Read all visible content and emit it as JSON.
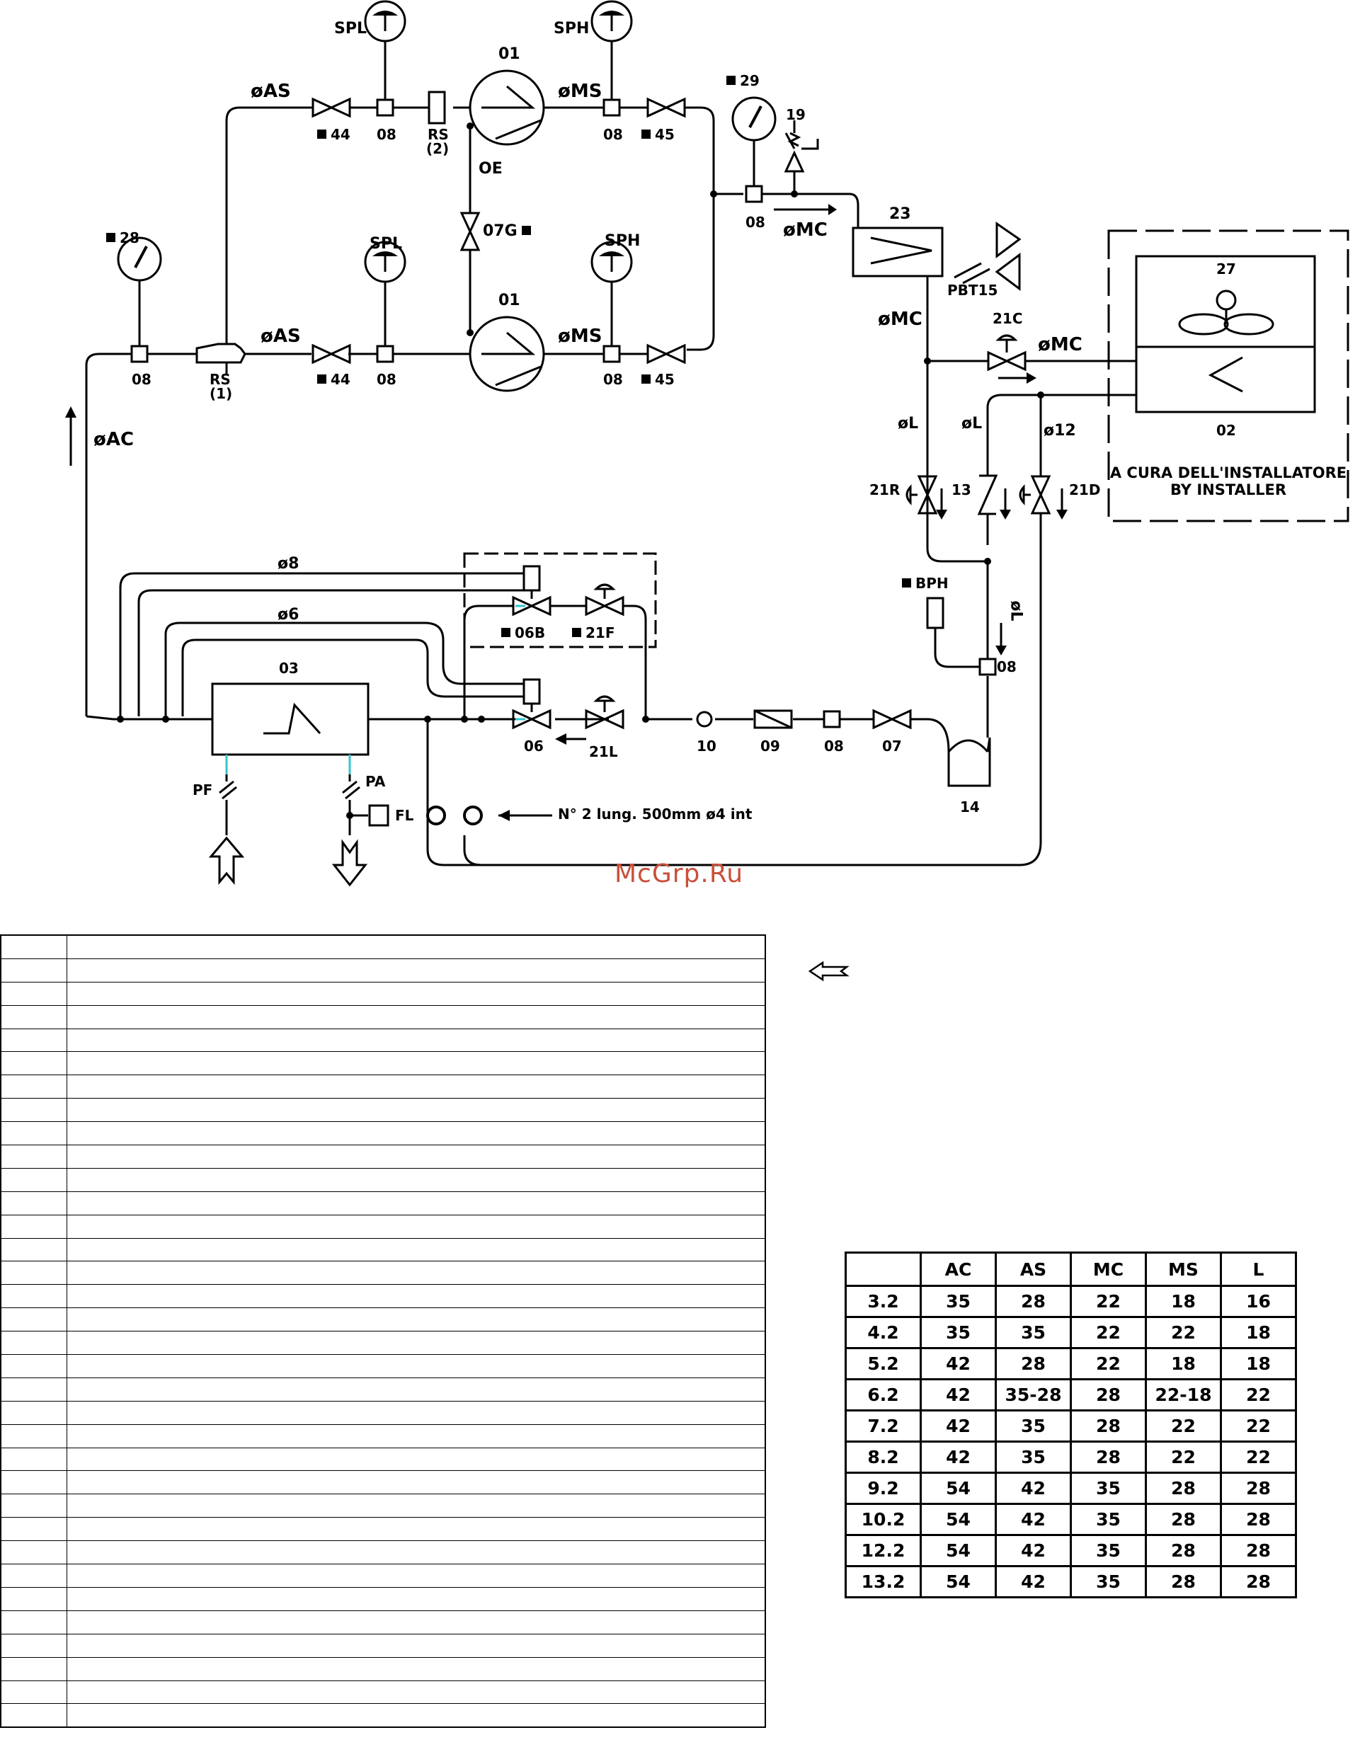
{
  "diagram": {
    "labels": {
      "spl_top": "SPL",
      "sph_top": "SPH",
      "spl_mid": "SPL",
      "sph_mid": "SPH",
      "as_top": "øAS",
      "ms_top": "øMS",
      "as_mid": "øAS",
      "ms_mid": "øMS",
      "ac": "øAC",
      "mc_arrow": "øMC",
      "mc_left": "øMC",
      "mc_right": "øMC",
      "l_left": "øL",
      "l_mid": "øL",
      "l_vert": "øL",
      "phi12": "ø12",
      "phi8": "ø8",
      "phi6": "ø6",
      "c01_top": "01",
      "c01_mid": "01",
      "oe": "OE",
      "v07g": "07G",
      "v44_top": "44",
      "v45_top": "45",
      "v44_mid": "44",
      "v45_mid": "45",
      "d08_t1": "08",
      "d08_t2": "08",
      "d08_m1": "08",
      "d08_m2": "08",
      "d08_m3": "08",
      "d08_mc": "08",
      "d08_bph": "08",
      "rs2": "RS",
      "rs2b": "(2)",
      "rs1": "RS",
      "rs1b": "(1)",
      "g28": "28",
      "g29": "29",
      "v19": "19",
      "n23": "23",
      "pbt15": "PBT15",
      "n27": "27",
      "n02": "02",
      "v21c": "21C",
      "v21r": "21R",
      "n13": "13",
      "v21d": "21D",
      "bph": "BPH",
      "d03": "03",
      "v06b": "06B",
      "v21f": "21F",
      "v06": "06",
      "v21l": "21L",
      "n10": "10",
      "n09": "09",
      "n08b": "08",
      "n07": "07",
      "n14": "14",
      "pf": "PF",
      "pa": "PA",
      "fl": "FL",
      "note": "N° 2 lung. 500mm ø4 int"
    },
    "installer_line1": "A CURA DELL'INSTALLATORE",
    "installer_line2": "BY INSTALLER"
  },
  "watermark": "McGrp.Ru",
  "legend_rows": 34,
  "size_table": {
    "headers": [
      "",
      "AC",
      "AS",
      "MC",
      "MS",
      "L"
    ],
    "rows": [
      [
        "3.2",
        "35",
        "28",
        "22",
        "18",
        "16"
      ],
      [
        "4.2",
        "35",
        "35",
        "22",
        "22",
        "18"
      ],
      [
        "5.2",
        "42",
        "28",
        "22",
        "18",
        "18"
      ],
      [
        "6.2",
        "42",
        "35-28",
        "28",
        "22-18",
        "22"
      ],
      [
        "7.2",
        "42",
        "35",
        "28",
        "22",
        "22"
      ],
      [
        "8.2",
        "42",
        "35",
        "28",
        "22",
        "22"
      ],
      [
        "9.2",
        "54",
        "42",
        "35",
        "28",
        "28"
      ],
      [
        "10.2",
        "54",
        "42",
        "35",
        "28",
        "28"
      ],
      [
        "12.2",
        "54",
        "42",
        "35",
        "28",
        "28"
      ],
      [
        "13.2",
        "54",
        "42",
        "35",
        "28",
        "28"
      ]
    ]
  }
}
